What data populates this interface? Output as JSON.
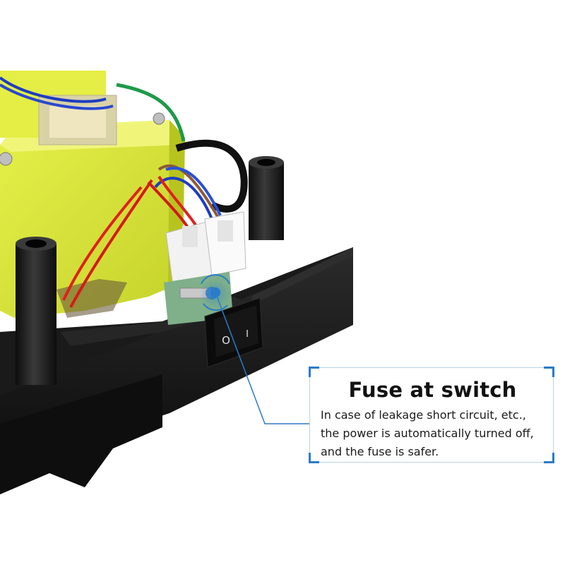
{
  "callout": {
    "title": "Fuse at switch",
    "description_lines": [
      "In case of leakage short circuit, etc.,",
      "the power is automatically turned off,",
      "and the fuse is safer."
    ]
  },
  "switch": {
    "off_symbol": "O",
    "on_symbol": "I"
  },
  "colors": {
    "accent": "#2a7bc9",
    "transformer": "#d8e63a",
    "housing": "#151515"
  }
}
